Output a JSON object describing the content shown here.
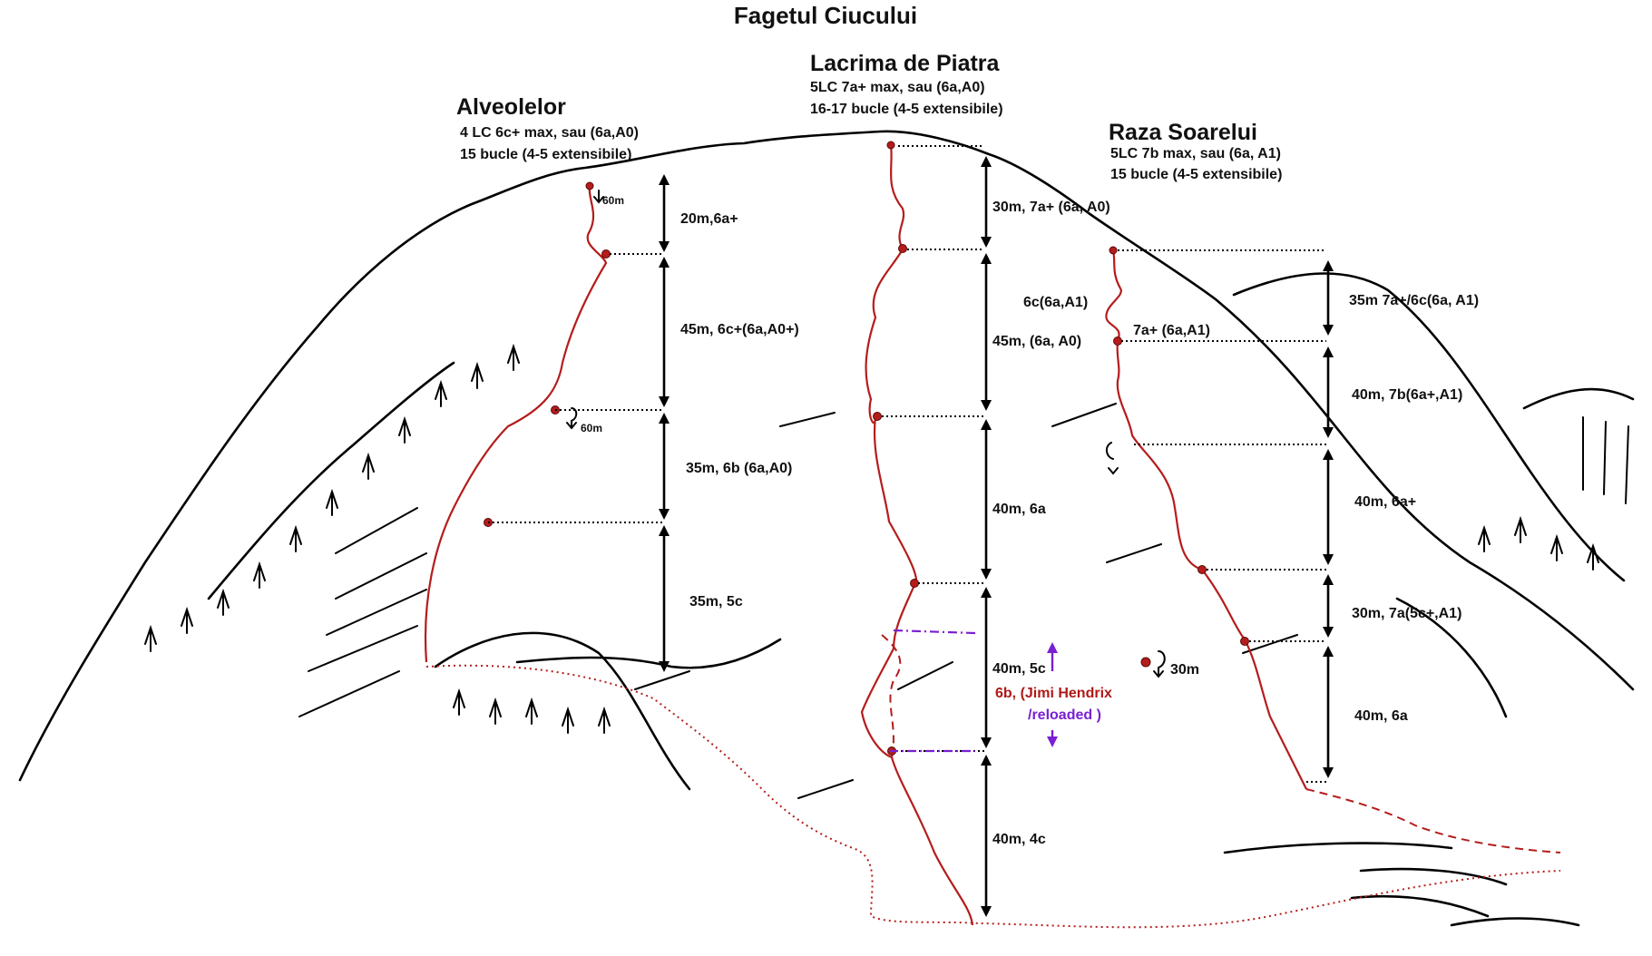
{
  "title": "Fagetul Ciucului",
  "routes": [
    {
      "name": "Alveolelor",
      "info": [
        "4 LC 6c+ max, sau (6a,A0)",
        "15 bucle (4-5 extensibile)"
      ],
      "pitches": [
        "20m,6a+",
        "45m, 6c+(6a,A0+)",
        "35m, 6b (6a,A0)",
        "35m, 5c"
      ],
      "rappels": [
        "60m",
        "60m"
      ]
    },
    {
      "name": "Lacrima de Piatra",
      "info": [
        "5LC 7a+ max, sau (6a,A0)",
        "16-17 bucle (4-5 extensibile)"
      ],
      "pitches": [
        "30m, 7a+ (6a, A0)",
        "45m, (6a, A0)",
        "40m, 6a",
        "40m, 5c",
        "40m, 4c"
      ],
      "variant": [
        "6b, (Jimi Hendrix",
        "/reloaded )"
      ]
    },
    {
      "name": "Raza Soarelui",
      "info": [
        "5LC 7b max, sau (6a, A1)",
        "15 bucle (4-5 extensibile)"
      ],
      "pitches": [
        "35m 7a+/6c(6a, A1)",
        "40m, 7b(6a+,A1)",
        "40m, 6a+",
        "30m, 7a(5c+,A1)",
        "40m, 6a"
      ],
      "side_labels": [
        "6c(6a,A1)",
        "7a+ (6a,A1)"
      ],
      "rappels": [
        "30m"
      ]
    }
  ],
  "colors": {
    "route": "#b51c1c",
    "variant": "#7a1fd1",
    "ink": "#000000"
  }
}
